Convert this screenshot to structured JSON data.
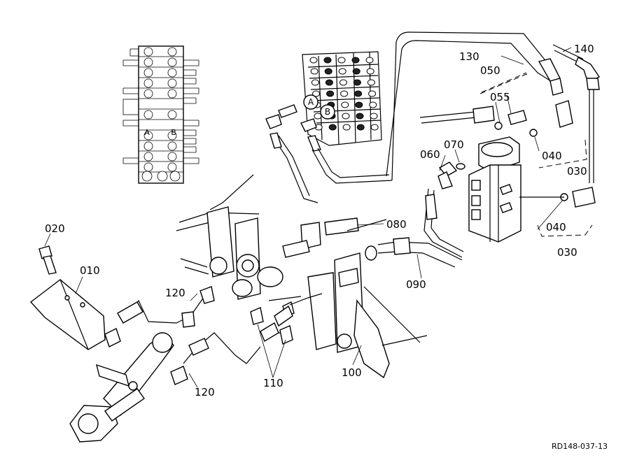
{
  "diagram": {
    "reference_code": "RD148-037-13",
    "part_labels": {
      "p010": "010",
      "p020": "020",
      "p030a": "030",
      "p030b": "030",
      "p040a": "040",
      "p040b": "040",
      "p050": "050",
      "p055": "055",
      "p060": "060",
      "p070": "070",
      "p080": "080",
      "p090": "090",
      "p100": "100",
      "p110": "110",
      "p120a": "120",
      "p120b": "120",
      "p130": "130",
      "p140": "140"
    },
    "port_markers": {
      "a": "A",
      "b": "B",
      "a_inset": "A",
      "b_inset": "B"
    }
  }
}
